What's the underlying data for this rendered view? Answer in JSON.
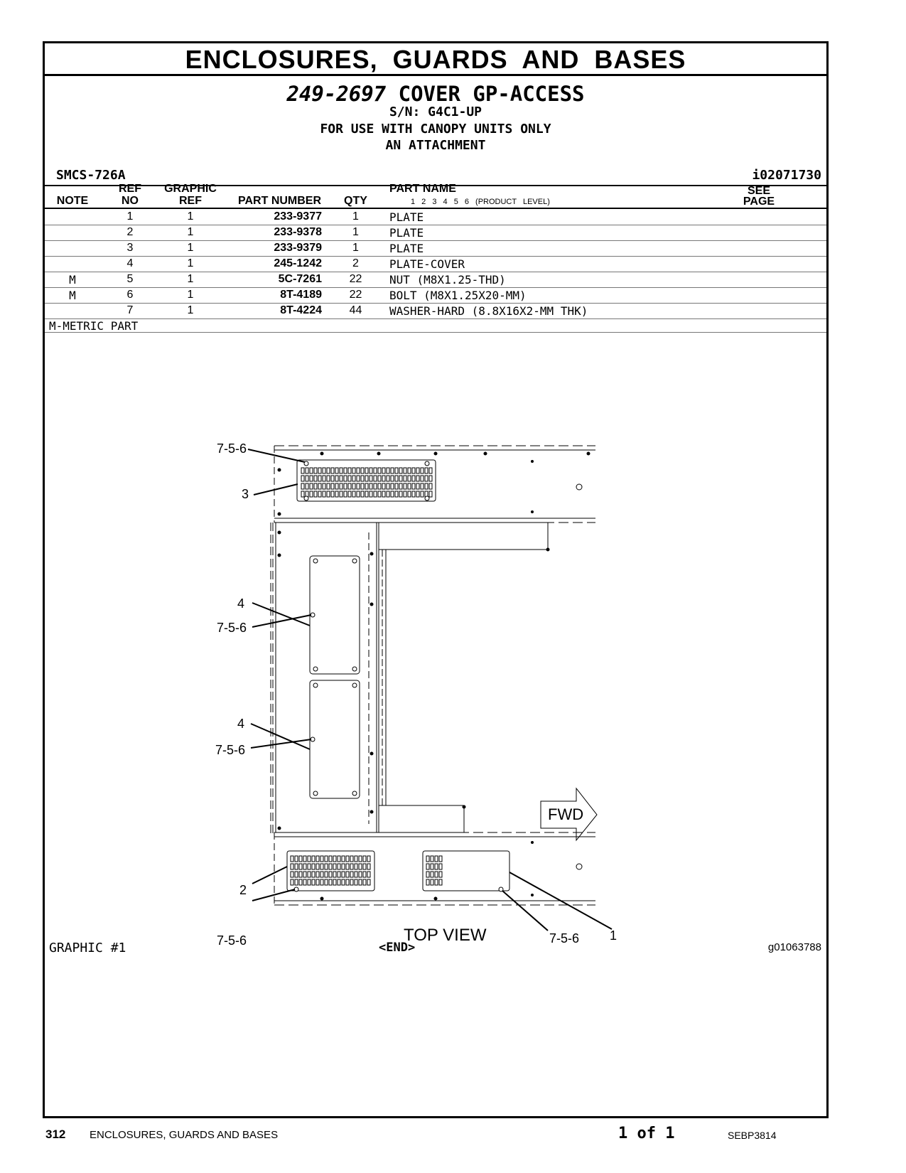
{
  "section_title": "ENCLOSURES, GUARDS AND BASES",
  "group": {
    "number": "249-2697",
    "name": "COVER GP-ACCESS",
    "serial": "S/N: G4C1-UP",
    "note_line1": "FOR USE WITH CANOPY UNITS ONLY",
    "note_line2": "AN ATTACHMENT"
  },
  "smcs": "SMCS-726A",
  "info_id": "i02071730",
  "table": {
    "headers": {
      "note": "NOTE",
      "ref_top": "REF",
      "ref_bottom": "NO",
      "graphic_top": "GRAPHIC",
      "graphic_bottom": "REF",
      "part_number": "PART NUMBER",
      "qty": "QTY",
      "part_name": "PART NAME",
      "product_levels": "1 2 3 4 5 6 (PRODUCT LEVEL)",
      "see_top": "SEE",
      "see_bottom": "PAGE"
    },
    "rows": [
      {
        "note": "",
        "ref": "1",
        "gref": "1",
        "pn": "233-9377",
        "qty": "1",
        "name": "PLATE"
      },
      {
        "note": "",
        "ref": "2",
        "gref": "1",
        "pn": "233-9378",
        "qty": "1",
        "name": "PLATE"
      },
      {
        "note": "",
        "ref": "3",
        "gref": "1",
        "pn": "233-9379",
        "qty": "1",
        "name": "PLATE"
      },
      {
        "note": "",
        "ref": "4",
        "gref": "1",
        "pn": "245-1242",
        "qty": "2",
        "name": "PLATE-COVER"
      },
      {
        "note": "M",
        "ref": "5",
        "gref": "1",
        "pn": "5C-7261",
        "qty": "22",
        "name": "NUT (M8X1.25-THD)"
      },
      {
        "note": "M",
        "ref": "6",
        "gref": "1",
        "pn": "8T-4189",
        "qty": "22",
        "name": "BOLT (M8X1.25X20-MM)"
      },
      {
        "note": "",
        "ref": "7",
        "gref": "1",
        "pn": "8T-4224",
        "qty": "44",
        "name": "WASHER-HARD (8.8X16X2-MM THK)"
      }
    ]
  },
  "footnote": "M-METRIC PART",
  "drawing": {
    "callouts": {
      "hw_top": "7-5-6",
      "plate3": "3",
      "cover4a": "4",
      "hw_mid1": "7-5-6",
      "cover4b": "4",
      "hw_mid2": "7-5-6",
      "plate2": "2",
      "hw_bot_left": "7-5-6",
      "hw_bot_right": "7-5-6",
      "plate1": "1"
    },
    "fwd": "FWD",
    "view": "TOP VIEW"
  },
  "graphic_label": "GRAPHIC #1",
  "end_marker": "<END>",
  "graphic_id": "g01063788",
  "footer": {
    "page": "312",
    "section": "ENCLOSURES, GUARDS AND BASES",
    "page_of": "1 of 1",
    "doc": "SEBP3814"
  }
}
